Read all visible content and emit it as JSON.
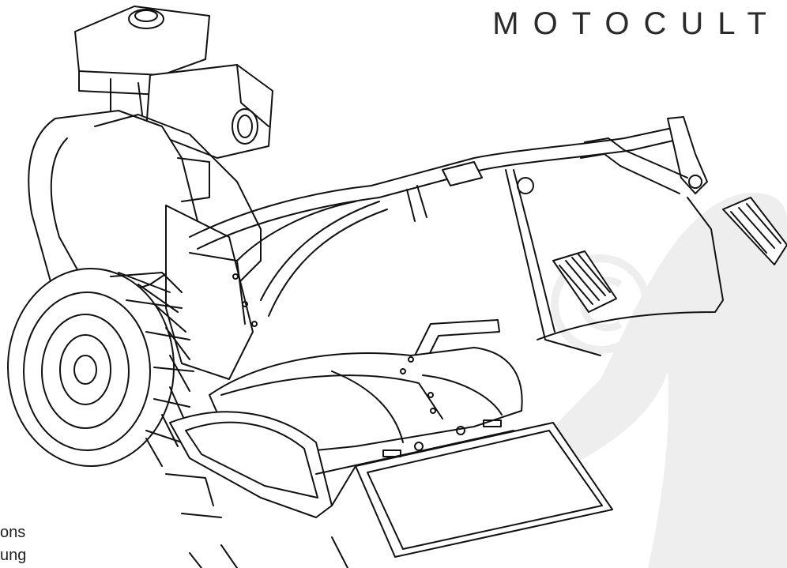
{
  "document": {
    "brand_title": "MOTOCULT",
    "captions": [
      "ons",
      "ung"
    ]
  },
  "colors": {
    "line_art": "#111111",
    "watermark": "#eeeeee",
    "background": "#ffffff"
  },
  "icons": {
    "watermark": "copyright-watermark-icon"
  }
}
